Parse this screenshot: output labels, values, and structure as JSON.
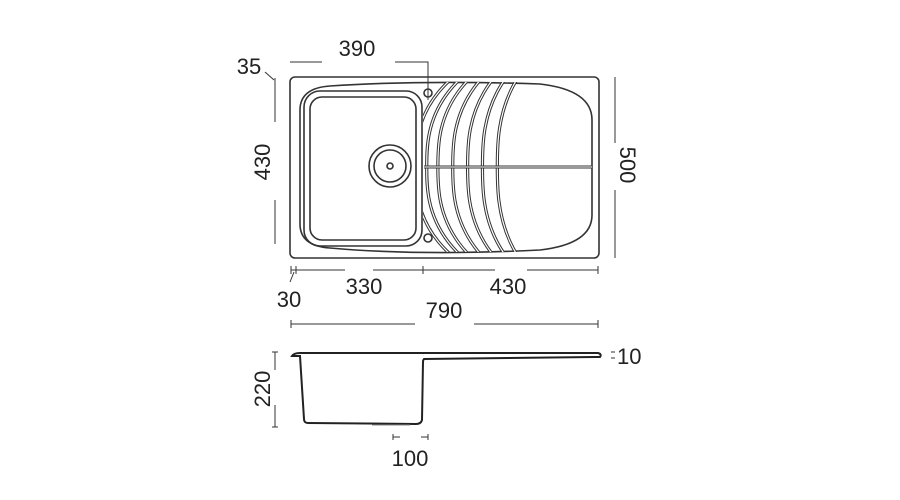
{
  "top_view": {
    "dimensions": {
      "bowl_center_offset": "390",
      "top_margin": "35",
      "bowl_depth": "430",
      "overall_depth": "500",
      "edge_margin": "30",
      "bowl_width": "330",
      "drainer_width": "430",
      "overall_width": "790"
    }
  },
  "side_view": {
    "dimensions": {
      "bowl_height": "220",
      "rim_thickness": "10",
      "drain_width": "100"
    }
  },
  "colors": {
    "line": "#333333",
    "background": "#ffffff"
  },
  "ribs_apex_mm": [
    -20,
    10,
    40,
    80,
    120,
    160,
    200
  ]
}
